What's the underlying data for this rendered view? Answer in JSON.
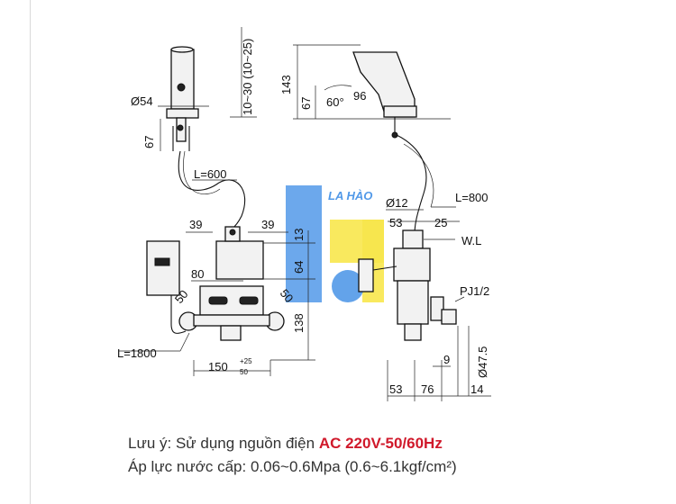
{
  "watermark": {
    "text": "LA HÀO",
    "colors": {
      "blue": "#3f8ee6",
      "yellow": "#f7e43a"
    }
  },
  "left_view": {
    "dim_diameter_spout": "Ø54",
    "dim_height_a": "67",
    "dim_vertical_range": "10~30 (10~25)",
    "dim_hose_length": "L=600",
    "dim_offset_left": "39",
    "dim_offset_right": "39",
    "dim_width_mid": "80",
    "dim_angle_left": "50",
    "dim_angle_right": "50",
    "dim_power_cable": "L=1800",
    "dim_width_bottom": "150",
    "dim_tolerance_plus": "+25",
    "dim_tolerance_minus": "50",
    "dim_height_13": "13",
    "dim_height_64": "64",
    "dim_height_138": "138"
  },
  "right_view": {
    "dim_height_total": "143",
    "dim_height_67": "67",
    "dim_angle": "60°",
    "dim_96": "96",
    "dim_diameter_pipe": "Ø12",
    "dim_cable_length": "L=800",
    "dim_53_top": "53",
    "dim_25": "25",
    "label_water_level": "W.L",
    "label_thread": "PJ1/2",
    "dim_47_5": "Ø47.5",
    "dim_9": "9",
    "dim_53_bottom": "53",
    "dim_76": "76",
    "dim_14": "14"
  },
  "notes": {
    "line1_prefix": "Lưu ý: Sử dụng  nguồn điện ",
    "line1_highlight": "AC 220V-50/60Hz",
    "line2": "Áp lực nước cấp: 0.06~0.6Mpa (0.6~6.1kgf/cm²)",
    "highlight_color": "#d0192b"
  }
}
